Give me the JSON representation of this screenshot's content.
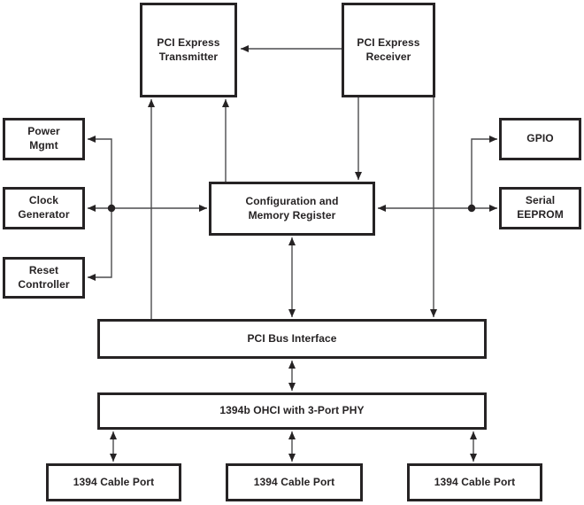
{
  "diagram": {
    "kind": "block-diagram",
    "subject": "1394b OHCI controller with PCI Express interface",
    "colors": {
      "background": "#ffffff",
      "block_border": "#262324",
      "block_fill": "#ffffff",
      "text": "#262324",
      "wire": "#4c4c4e",
      "arrowhead": "#262324"
    },
    "blocks": [
      {
        "id": "pci-express-transmitter",
        "label": "PCI Express\nTransmitter"
      },
      {
        "id": "pci-express-receiver",
        "label": "PCI Express\nReceiver"
      },
      {
        "id": "power-mgmt",
        "label": "Power\nMgmt"
      },
      {
        "id": "clock-generator",
        "label": "Clock\nGenerator"
      },
      {
        "id": "reset-controller",
        "label": "Reset\nController"
      },
      {
        "id": "gpio",
        "label": "GPIO"
      },
      {
        "id": "serial-eeprom",
        "label": "Serial\nEEPROM"
      },
      {
        "id": "configuration-and-memory-register",
        "label": "Configuration and\nMemory Register"
      },
      {
        "id": "pci-bus-interface",
        "label": "PCI Bus Interface"
      },
      {
        "id": "1394b-ohci-with-3-port-phy",
        "label": "1394b OHCI with 3-Port PHY"
      },
      {
        "id": "1394-cable-port-1",
        "label": "1394 Cable Port"
      },
      {
        "id": "1394-cable-port-2",
        "label": "1394 Cable Port"
      },
      {
        "id": "1394-cable-port-3",
        "label": "1394 Cable Port"
      }
    ],
    "edges": [
      {
        "from": "pci-express-receiver",
        "to": "pci-express-transmitter",
        "direction": "one-way"
      },
      {
        "from": "pci-bus-interface",
        "to": "pci-express-transmitter",
        "direction": "one-way"
      },
      {
        "from": "configuration-and-memory-register",
        "to": "pci-express-transmitter",
        "direction": "one-way"
      },
      {
        "from": "pci-express-receiver",
        "to": "configuration-and-memory-register",
        "direction": "one-way"
      },
      {
        "from": "pci-express-receiver",
        "to": "pci-bus-interface",
        "direction": "one-way"
      },
      {
        "from": "configuration-and-memory-register",
        "to": "clock-generator",
        "direction": "two-way"
      },
      {
        "from": "configuration-and-memory-register",
        "to": "power-mgmt",
        "direction": "one-way",
        "via": "left-branch"
      },
      {
        "from": "configuration-and-memory-register",
        "to": "reset-controller",
        "direction": "one-way",
        "via": "left-branch"
      },
      {
        "from": "configuration-and-memory-register",
        "to": "serial-eeprom",
        "direction": "two-way"
      },
      {
        "from": "configuration-and-memory-register",
        "to": "gpio",
        "direction": "one-way",
        "via": "right-branch"
      },
      {
        "from": "configuration-and-memory-register",
        "to": "pci-bus-interface",
        "direction": "two-way"
      },
      {
        "from": "pci-bus-interface",
        "to": "1394b-ohci-with-3-port-phy",
        "direction": "two-way"
      },
      {
        "from": "1394b-ohci-with-3-port-phy",
        "to": "1394-cable-port-1",
        "direction": "two-way"
      },
      {
        "from": "1394b-ohci-with-3-port-phy",
        "to": "1394-cable-port-2",
        "direction": "two-way"
      },
      {
        "from": "1394b-ohci-with-3-port-phy",
        "to": "1394-cable-port-3",
        "direction": "two-way"
      }
    ]
  }
}
